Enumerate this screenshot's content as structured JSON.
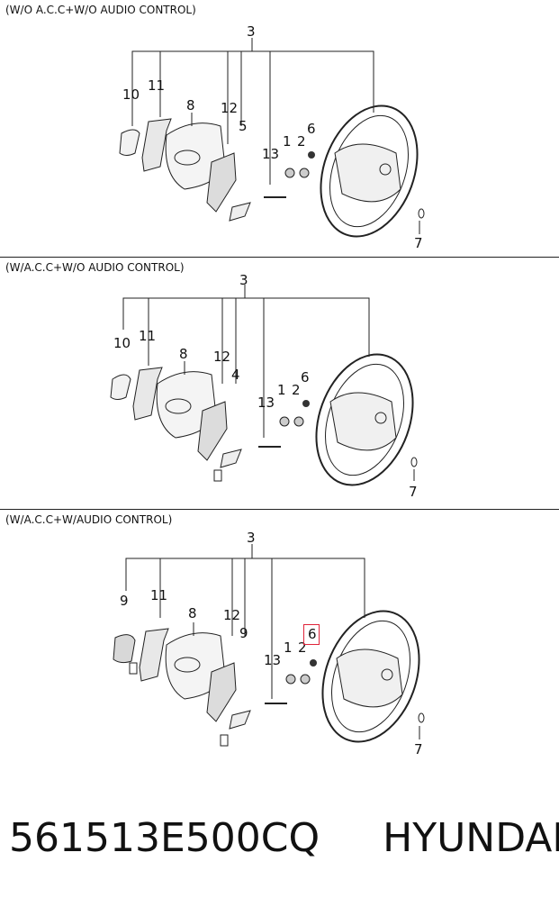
{
  "panels": [
    {
      "title": "(W/O A.C.C+W/O AUDIO CONTROL)",
      "callouts": {
        "top": "3",
        "p10": "10",
        "p11": "11",
        "p8": "8",
        "p12": "12",
        "p5": "5",
        "p13": "13",
        "p1": "1",
        "p2": "2",
        "p6": "6",
        "p7": "7"
      }
    },
    {
      "title": "(W/A.C.C+W/O AUDIO CONTROL)",
      "callouts": {
        "top": "3",
        "p10": "10",
        "p11": "11",
        "p8": "8",
        "p12": "12",
        "p4": "4",
        "p13": "13",
        "p1": "1",
        "p2": "2",
        "p6": "6",
        "p7": "7"
      }
    },
    {
      "title": "(W/A.C.C+W/AUDIO CONTROL)",
      "callouts": {
        "top": "3",
        "p9a": "9",
        "p11": "11",
        "p8": "8",
        "p12": "12",
        "p9b": "9",
        "p13": "13",
        "p1": "1",
        "p2": "2",
        "p6": "6",
        "p7": "7"
      }
    }
  ],
  "highlight": {
    "label": "6",
    "color": "#e0243a"
  },
  "footer": {
    "part_number": "561513E500CQ",
    "brand": "HYUNDAI"
  }
}
